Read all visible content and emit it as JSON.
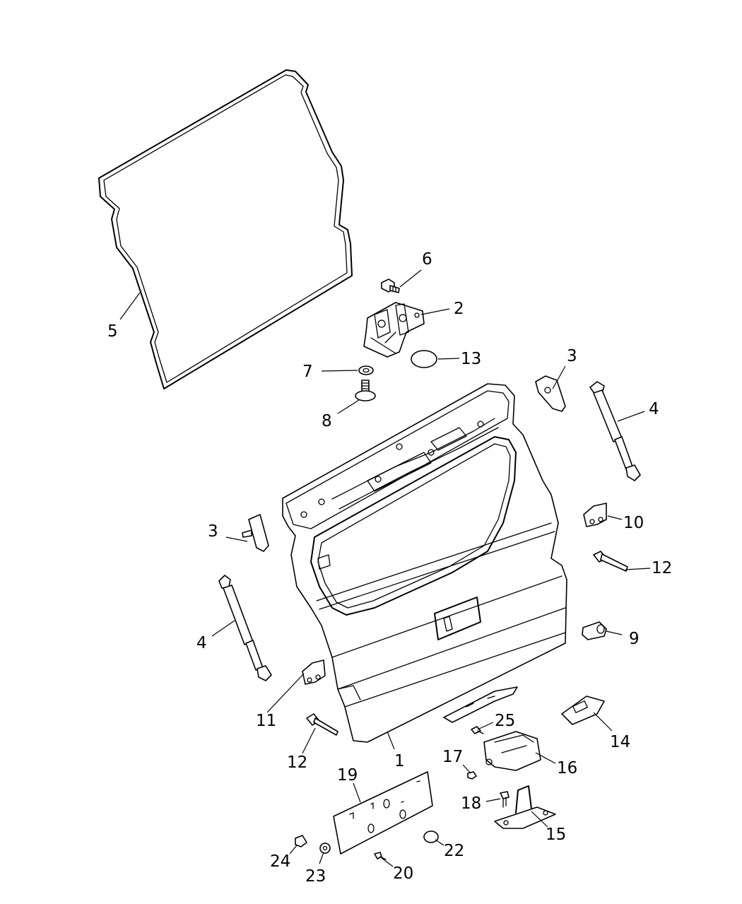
{
  "diagram": {
    "callouts": [
      {
        "id": "c1",
        "label": "1"
      },
      {
        "id": "c2",
        "label": "2"
      },
      {
        "id": "c3a",
        "label": "3"
      },
      {
        "id": "c3b",
        "label": "3"
      },
      {
        "id": "c4a",
        "label": "4"
      },
      {
        "id": "c4b",
        "label": "4"
      },
      {
        "id": "c5",
        "label": "5"
      },
      {
        "id": "c6",
        "label": "6"
      },
      {
        "id": "c7",
        "label": "7"
      },
      {
        "id": "c8",
        "label": "8"
      },
      {
        "id": "c9",
        "label": "9"
      },
      {
        "id": "c10",
        "label": "10"
      },
      {
        "id": "c11",
        "label": "11"
      },
      {
        "id": "c12a",
        "label": "12"
      },
      {
        "id": "c12b",
        "label": "12"
      },
      {
        "id": "c13",
        "label": "13"
      },
      {
        "id": "c14",
        "label": "14"
      },
      {
        "id": "c15",
        "label": "15"
      },
      {
        "id": "c16",
        "label": "16"
      },
      {
        "id": "c17",
        "label": "17"
      },
      {
        "id": "c18",
        "label": "18"
      },
      {
        "id": "c19",
        "label": "19"
      },
      {
        "id": "c20",
        "label": "20"
      },
      {
        "id": "c22",
        "label": "22"
      },
      {
        "id": "c23",
        "label": "23"
      },
      {
        "id": "c24",
        "label": "24"
      },
      {
        "id": "c25",
        "label": "25"
      }
    ]
  }
}
